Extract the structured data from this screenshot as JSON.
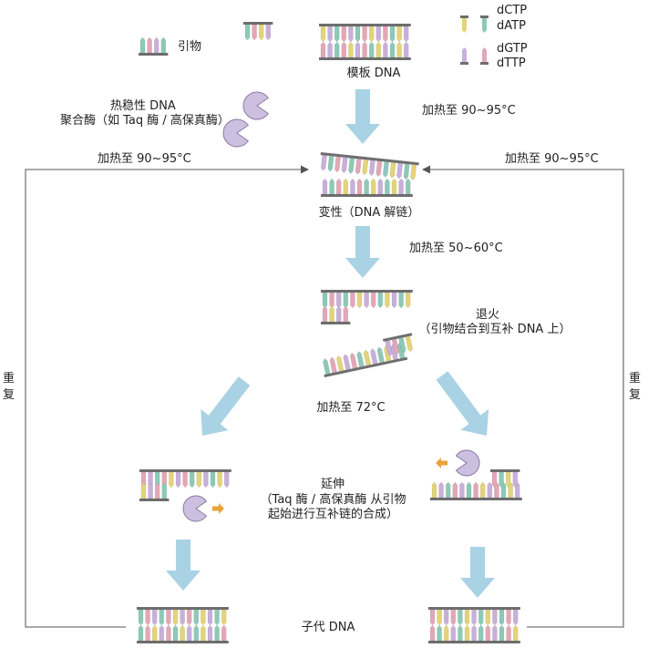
{
  "colors": {
    "backbone": "#6e6e6e",
    "dCTP": "#e3d47a",
    "dATP": "#8dc9b7",
    "dGTP": "#c8b0da",
    "dTTP": "#e2a8b6",
    "arrow": "#a9d2e4",
    "enzyme": "#cdbfe0",
    "enzyme_stroke": "#8a7aa3",
    "motion_arrow": "#e9a23b",
    "loop_line": "#777777"
  },
  "legend": {
    "primer_label": "引物",
    "template_label": "模板 DNA",
    "dCTP": "dCTP",
    "dATP": "dATP",
    "dGTP": "dGTP",
    "dTTP": "dTTP",
    "enzyme_label_line1": "热稳性 DNA",
    "enzyme_label_line2": "聚合酶（如 Taq 酶 / 高保真酶）"
  },
  "steps": {
    "heat1": "加热至 90~95°C",
    "loop_left_heat": "加热至 90~95°C",
    "loop_right_heat": "加热至 90~95°C",
    "denature": "变性（DNA 解链）",
    "heat2": "加热至 50~60°C",
    "anneal_line1": "退火",
    "anneal_line2": "（引物结合到互补 DNA 上）",
    "heat3": "加热至 72°C",
    "extend_line1": "延伸",
    "extend_line2": "（Taq 酶 / 高保真酶 从引物",
    "extend_line3": "起始进行互补链的合成）",
    "daughter": "子代 DNA",
    "repeat_left": "重复",
    "repeat_right": "重复"
  }
}
